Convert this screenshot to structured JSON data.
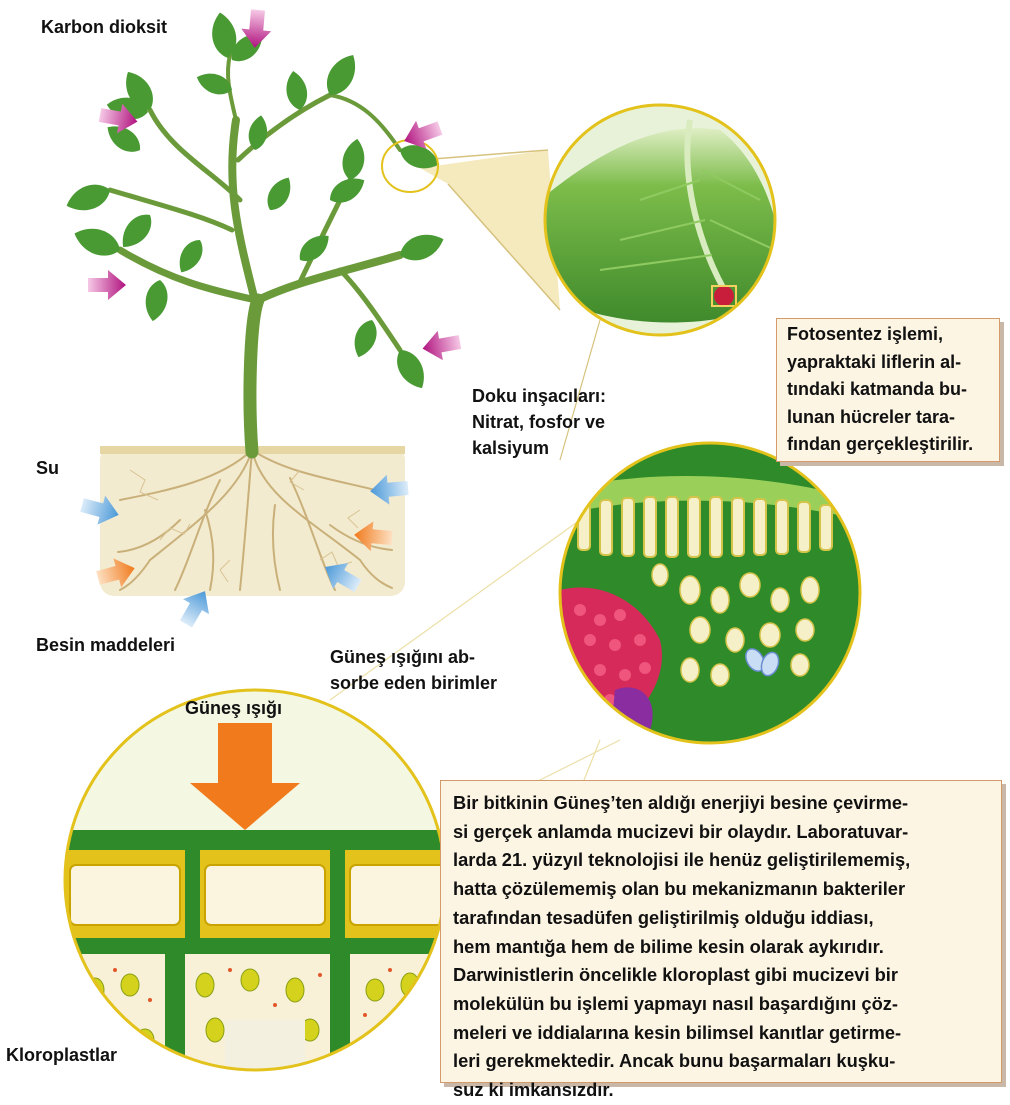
{
  "labels": {
    "carbon_dioxide": "Karbon dioksit",
    "tissue_builders": "Doku inşacıları:\nNitrat, fosfor ve\nkalsiyum",
    "water": "Su",
    "nutrients": "Besin maddeleri",
    "light_absorbing_units": "Güneş ışığını ab-\nsorbe eden birimler",
    "sunlight": "Güneş ışığı",
    "chloroplasts": "Kloroplastlar"
  },
  "notes": {
    "photosynthesis": "Fotosentez işlemi,\nyapraktaki liflerin al-\ntındaki katmanda bu-\nlunan hücreler tara-\nfından gerçekleştirilir.",
    "main": "Bir bitkinin Güneş’ten aldığı enerjiyi besine çevirme-\nsi gerçek anlamda mucizevi bir olaydır. Laboratuvar-\nlarda 21. yüzyıl teknolojisi ile henüz geliştirilememiş,\nhatta çözülememiş olan bu mekanizmanın bakteriler\ntarafından tesadüfen geliştirilmiş olduğu iddiası,\nhem mantığa hem de bilime kesin olarak aykırıdır.\nDarwinistlerin öncelikle kloroplast gibi mucizevi bir\nmolekülün bu işlemi yapmayı nasıl başardığını çöz-\nmeleri ve iddialarına kesin bilimsel kanıtlar getirme-\nleri gerekmektedir. Ancak bunu başarmaları kuşku-\nsuz ki imkansızdır."
  },
  "colors": {
    "leaf": "#4a9a34",
    "stem": "#6b9a3a",
    "soil": "#f3ebcf",
    "root": "#c9b07a",
    "co2_arrow": "#b0127e",
    "water_arrow": "#5aa6dd",
    "nutrient_arrow": "#f07a1c",
    "sun_arrow": "#f07a1c",
    "cell_wall": "#2f8a2a",
    "vacuole_rim": "#e3c21c",
    "callout": "#f1e1a8",
    "note_bg": "#fdf5e4",
    "note_border": "#d49a6a"
  }
}
